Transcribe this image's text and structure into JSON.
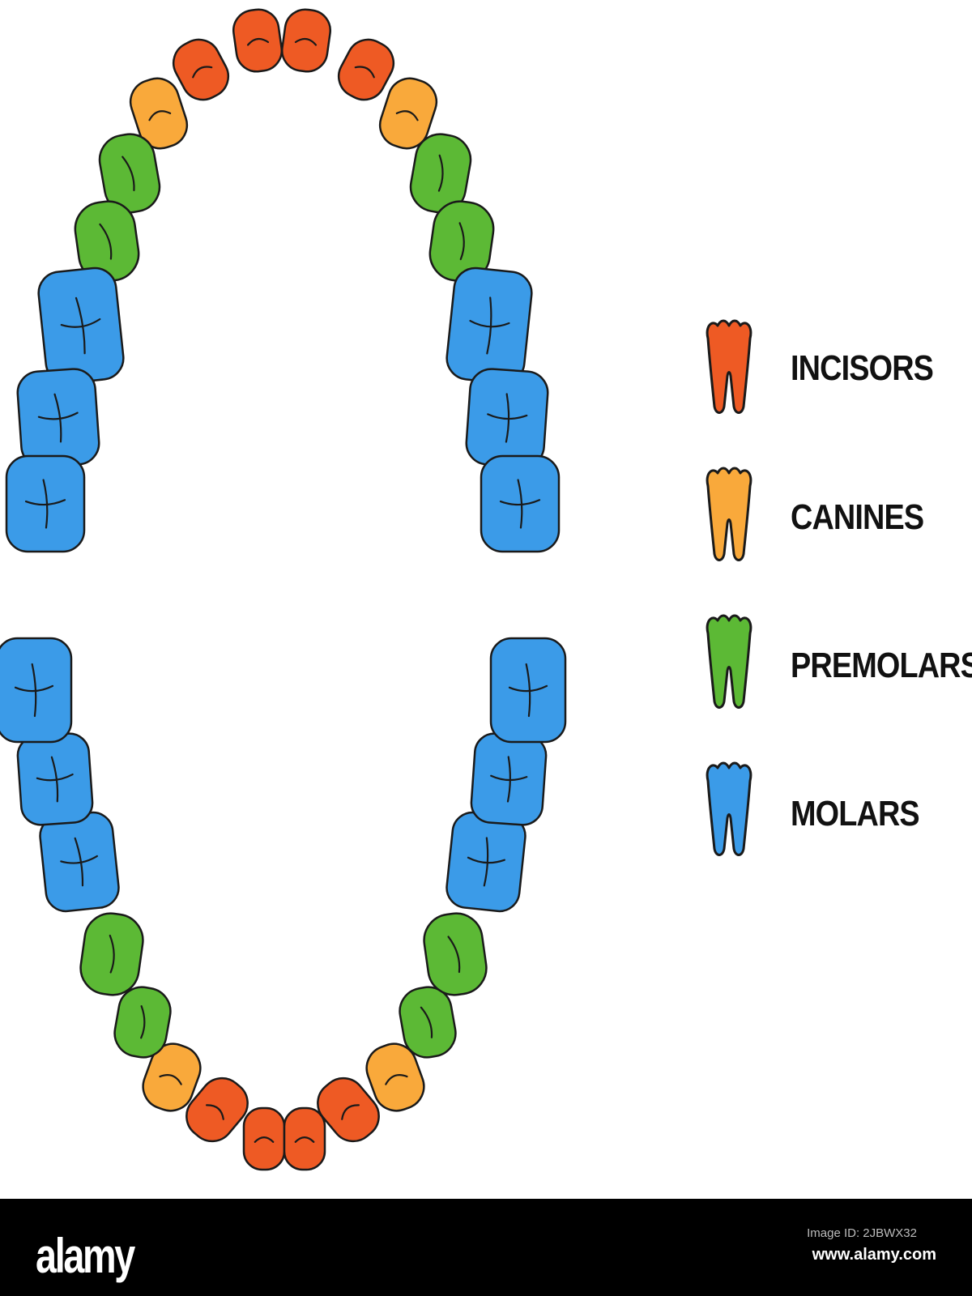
{
  "legend": {
    "items": [
      {
        "key": "incisors",
        "label": "INCISORS",
        "color": "#ee5a24"
      },
      {
        "key": "canines",
        "label": "CANINES",
        "color": "#f9a93b"
      },
      {
        "key": "premolars",
        "label": "PREMOLARS",
        "color": "#5cb935"
      },
      {
        "key": "molars",
        "label": "MOLARS",
        "color": "#3b9be8"
      }
    ]
  },
  "arches": {
    "upper_left": [
      "incisors",
      "incisors",
      "canines",
      "premolars",
      "premolars",
      "molars",
      "molars",
      "molars"
    ],
    "upper_right": [
      "incisors",
      "incisors",
      "canines",
      "premolars",
      "premolars",
      "molars",
      "molars",
      "molars"
    ],
    "lower_left": [
      "incisors",
      "incisors",
      "canines",
      "premolars",
      "premolars",
      "molars",
      "molars",
      "molars"
    ],
    "lower_right": [
      "incisors",
      "incisors",
      "canines",
      "premolars",
      "premolars",
      "molars",
      "molars",
      "molars"
    ]
  },
  "footer": {
    "logo": "alamy",
    "image_id": "Image ID: 2JBWX32",
    "url": "www.alamy.com"
  }
}
